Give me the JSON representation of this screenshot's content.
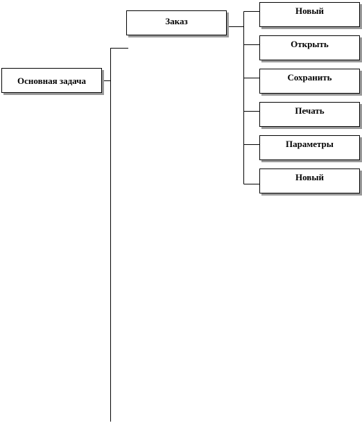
{
  "diagram": {
    "root": {
      "label": "Основная задача"
    },
    "branch": {
      "label": "Заказ"
    },
    "leaves": [
      {
        "label": "Новый"
      },
      {
        "label": "Открыть"
      },
      {
        "label": "Сохранить"
      },
      {
        "label": "Печать"
      },
      {
        "label": "Параметры"
      },
      {
        "label": "Новый"
      }
    ]
  },
  "colors": {
    "line": "#000000",
    "box_border": "#000000",
    "box_fill": "#ffffff",
    "shadow": "#9a9a9a"
  }
}
